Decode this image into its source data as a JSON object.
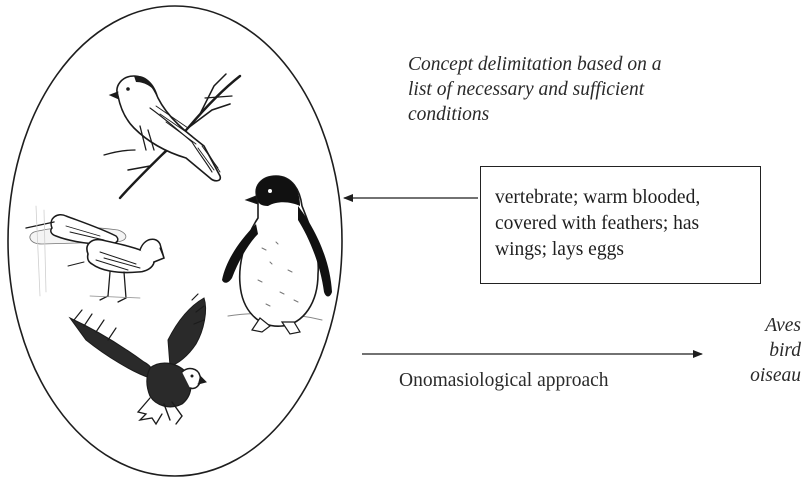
{
  "diagram": {
    "concept_note": {
      "lines": [
        "Concept delimitation based on a",
        "list of necessary and sufficient",
        "conditions"
      ]
    },
    "definition_box": {
      "lines": [
        "vertebrate; warm blooded,",
        "covered with feathers; has",
        "wings; lays eggs"
      ]
    },
    "approach_label": "Onomasiological approach",
    "terms": [
      "Aves",
      "bird",
      "oiseau"
    ],
    "birds": [
      "songbird",
      "snipes",
      "penguin",
      "eagle"
    ]
  }
}
